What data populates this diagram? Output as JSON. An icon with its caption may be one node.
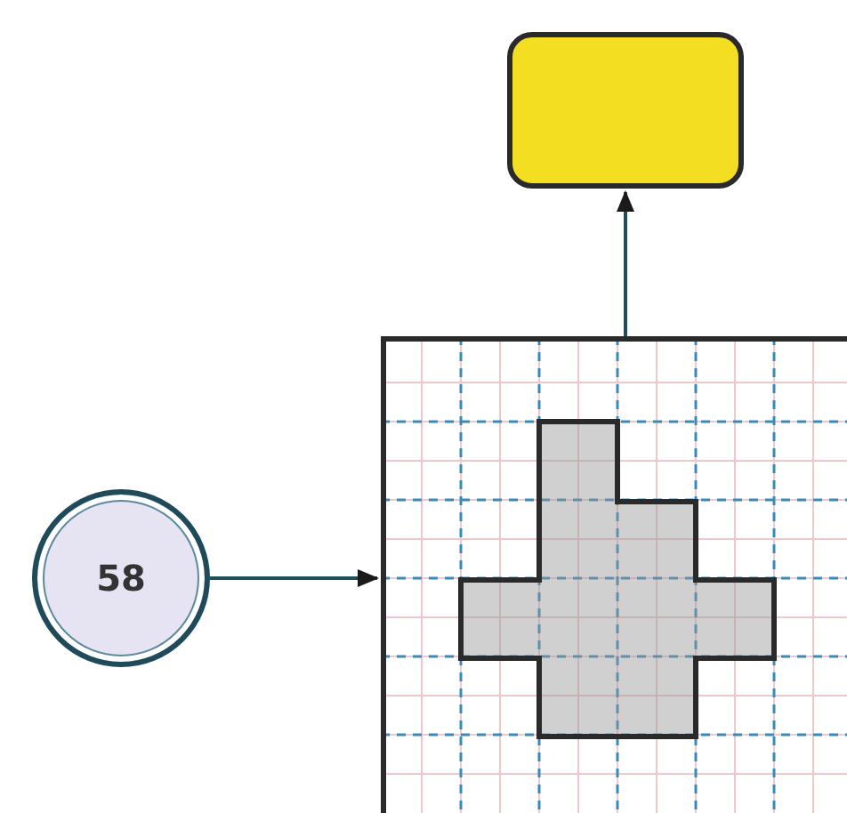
{
  "diagram": {
    "nodes": [
      {
        "text": [],
        "shape": "box"
      },
      {
        "text": [],
        "shape": "picture"
      },
      {
        "text": [
          "58"
        ]
      }
    ],
    "edges": [
      {
        "from": 1,
        "to": 0,
        "arrow": "to"
      },
      {
        "from": 2,
        "to": 1,
        "arrow": "to"
      }
    ]
  }
}
